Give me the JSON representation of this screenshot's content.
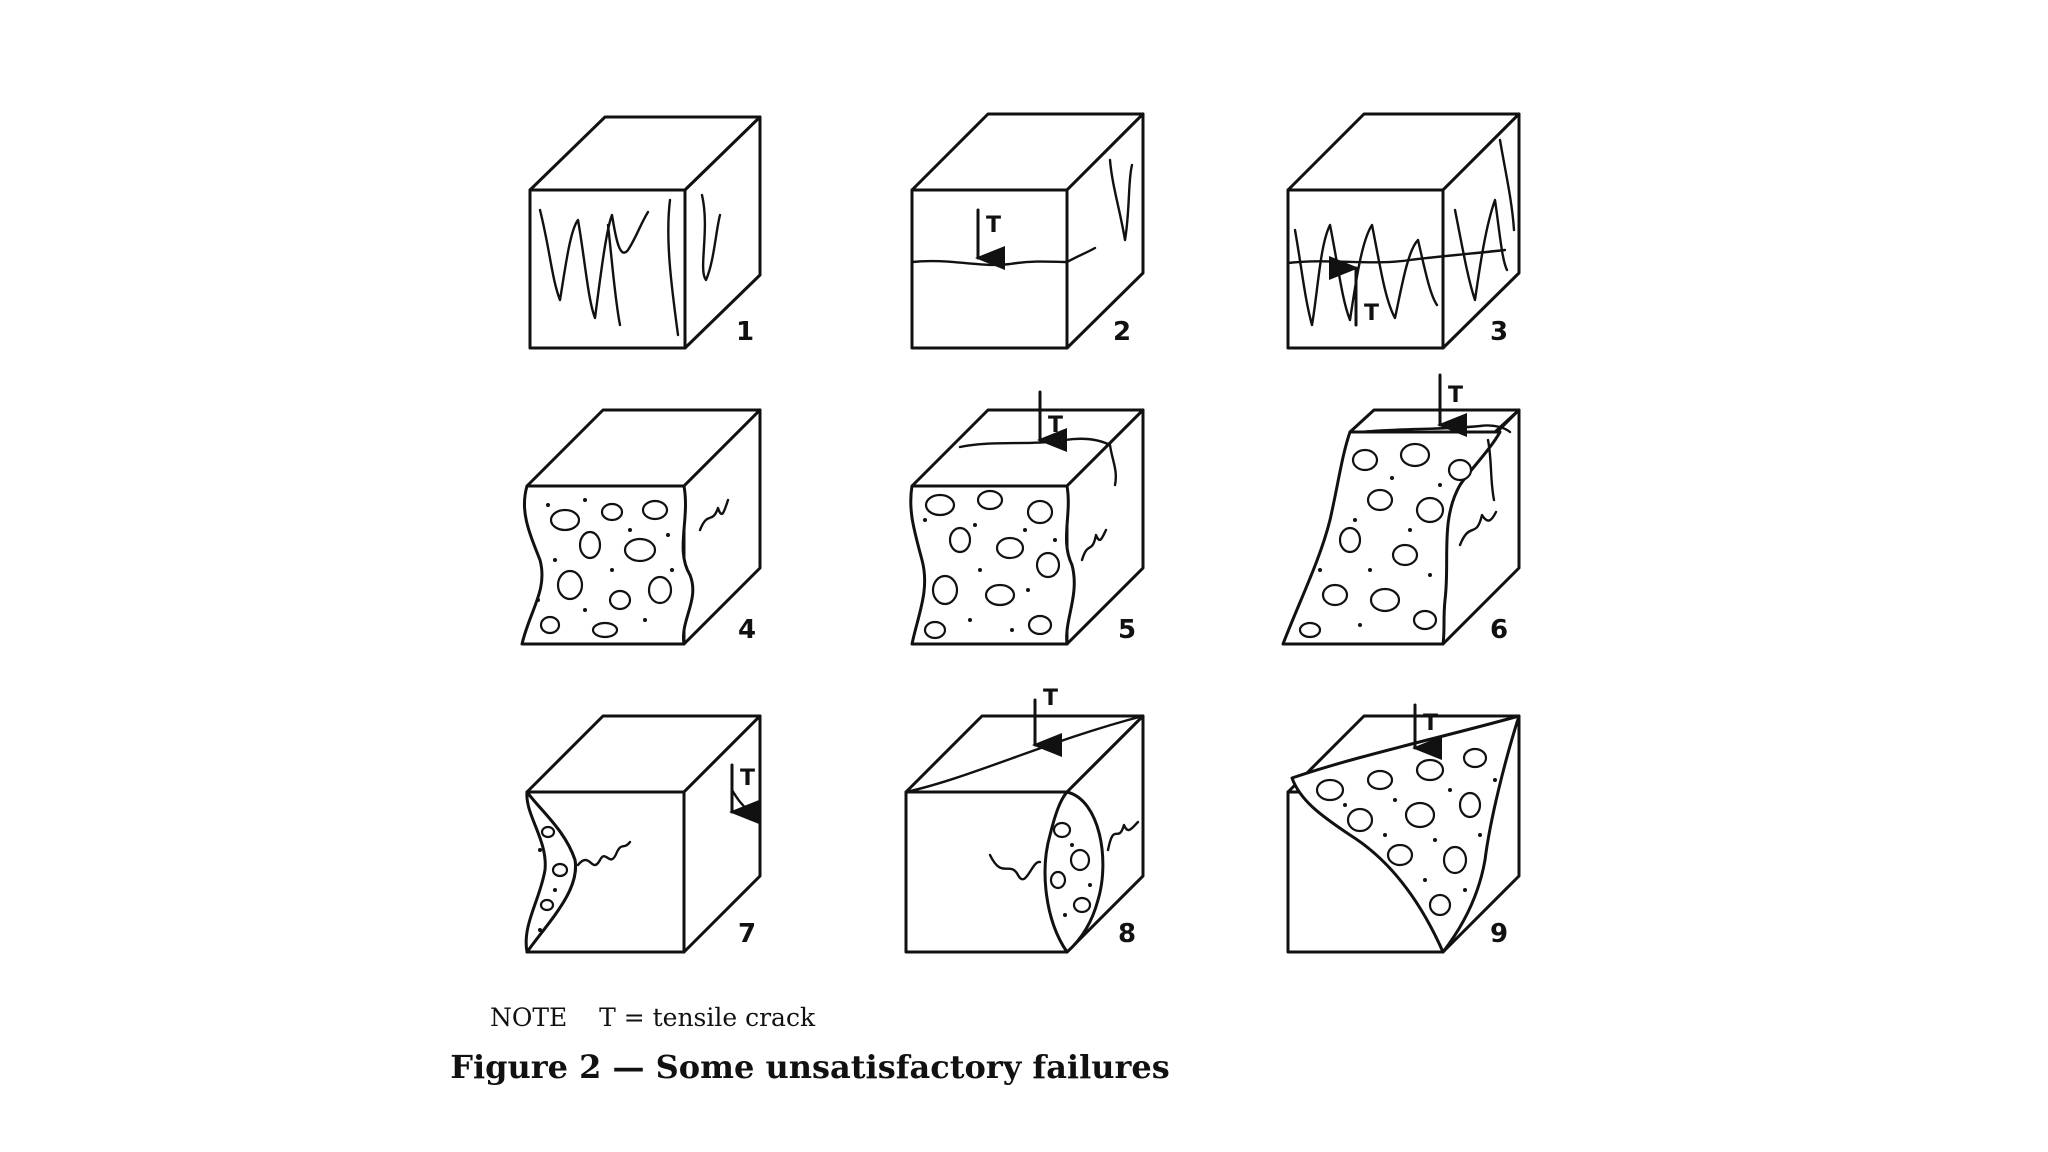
{
  "figure": {
    "panels": [
      {
        "label": "1"
      },
      {
        "label": "2",
        "mark": "T"
      },
      {
        "label": "3",
        "mark": "T"
      },
      {
        "label": "4"
      },
      {
        "label": "5",
        "mark": "T"
      },
      {
        "label": "6",
        "mark": "T"
      },
      {
        "label": "7",
        "mark": "T"
      },
      {
        "label": "8",
        "mark": "T"
      },
      {
        "label": "9",
        "mark": "T"
      }
    ],
    "note": "NOTE    T = tensile crack",
    "caption": "Figure 2 — Some unsatisfactory failures"
  }
}
